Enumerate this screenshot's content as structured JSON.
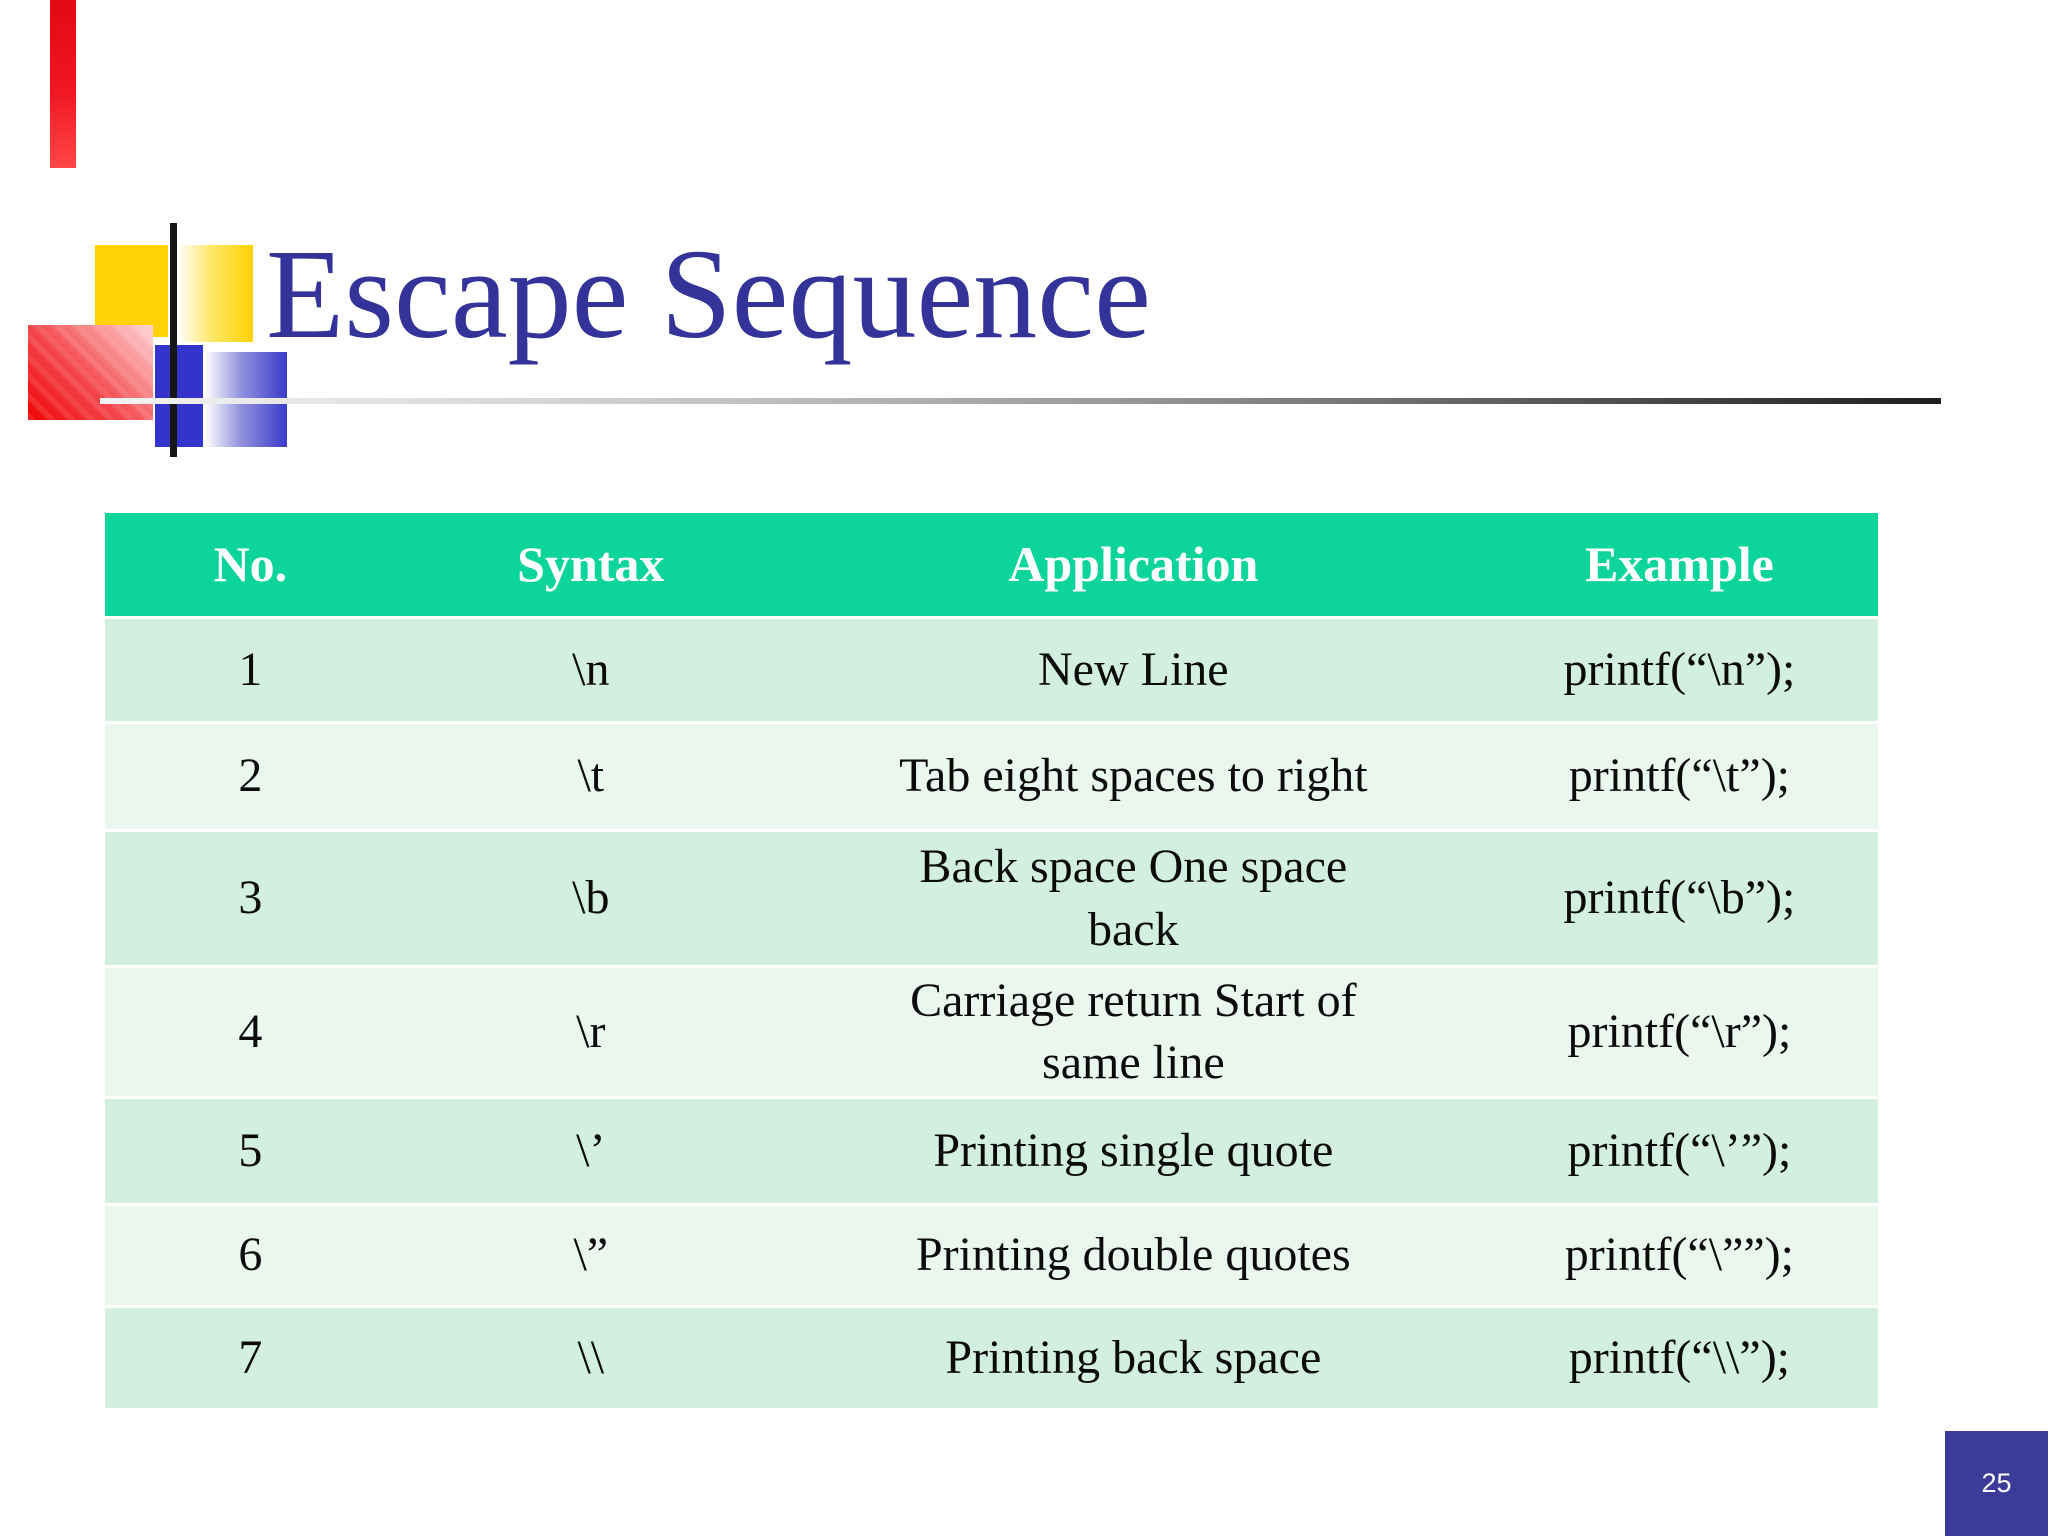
{
  "slide": {
    "title": "Escape Sequence",
    "page_number": "25"
  },
  "table": {
    "headers": [
      "No.",
      "Syntax",
      "Application",
      "Example"
    ],
    "rows": [
      {
        "no": "1",
        "syntax": "\\n",
        "application": "New Line",
        "example": "printf(“\\n”);"
      },
      {
        "no": "2",
        "syntax": "\\t",
        "application": "Tab eight spaces to right",
        "example": "printf(“\\t”);"
      },
      {
        "no": "3",
        "syntax": "\\b",
        "application": "Back space One space\nback",
        "example": "printf(“\\b”);"
      },
      {
        "no": "4",
        "syntax": "\\r",
        "application": "Carriage return Start of\nsame line",
        "example": "printf(“\\r”);"
      },
      {
        "no": "5",
        "syntax": "\\’",
        "application": "Printing single quote",
        "example": "printf(“\\’”);"
      },
      {
        "no": "6",
        "syntax": "\\”",
        "application": "Printing double quotes",
        "example": "printf(“\\””);"
      },
      {
        "no": "7",
        "syntax": "\\\\",
        "application": "Printing back space",
        "example": "printf(“\\\\”);"
      }
    ]
  },
  "colors": {
    "title_blue": "#343399",
    "header_green": "#0dd49a",
    "row_odd_mint": "#d3efe0",
    "row_even_mint": "#e9f7ef",
    "page_box_blue": "#3b3b99",
    "logo_yellow": "#ffd203",
    "logo_blue": "#3434cc",
    "logo_red": "#ee0404",
    "accent_bar_red": "#f01722"
  }
}
